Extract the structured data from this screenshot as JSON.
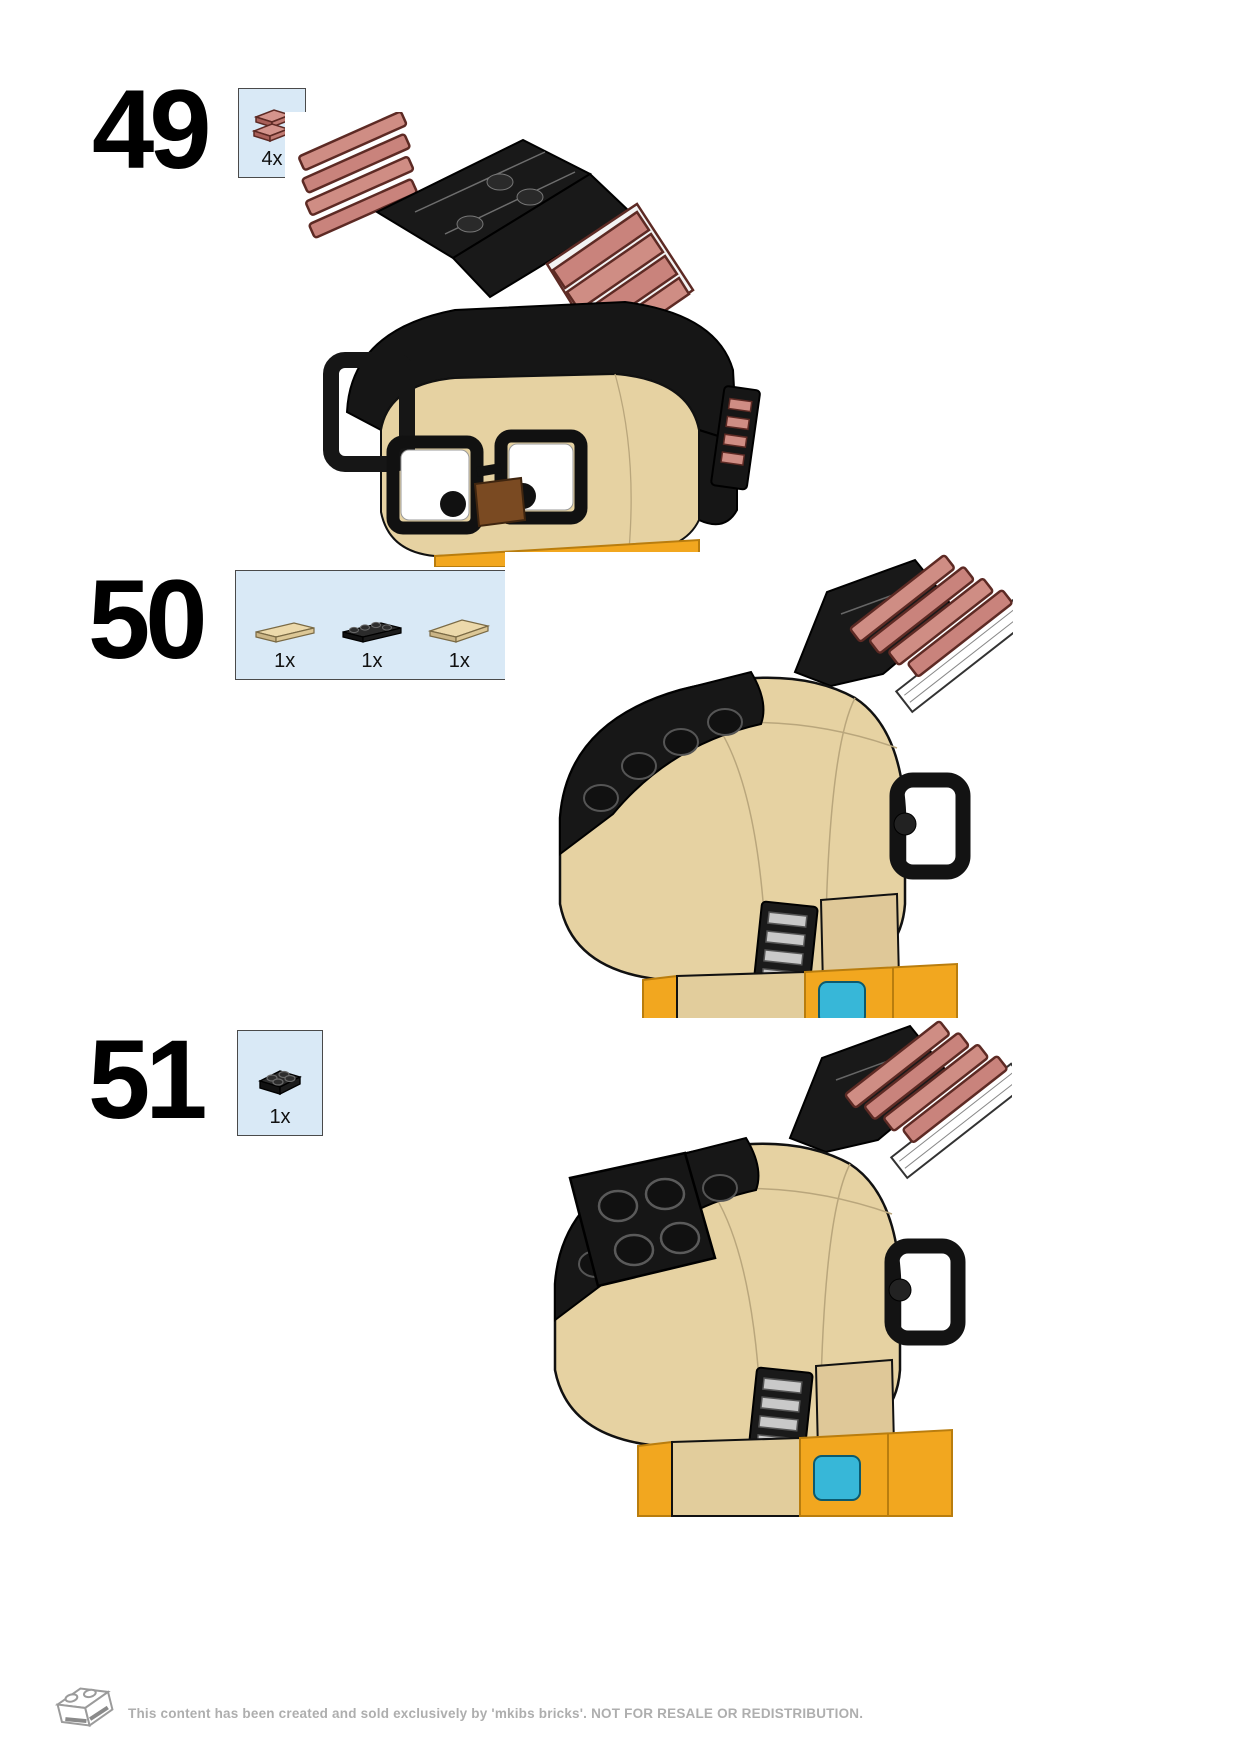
{
  "steps": [
    {
      "number": "49",
      "parts": [
        {
          "count": "4x",
          "part": "dark-salmon-plate-1x2",
          "color": "#c9837c"
        }
      ]
    },
    {
      "number": "50",
      "parts": [
        {
          "count": "1x",
          "part": "tan-plate-1x4",
          "color": "#e6d2a2"
        },
        {
          "count": "1x",
          "part": "black-plate-1x4",
          "color": "#1d1d1b"
        },
        {
          "count": "1x",
          "part": "tan-tile-2x4",
          "color": "#e6d2a2"
        }
      ]
    },
    {
      "number": "51",
      "parts": [
        {
          "count": "1x",
          "part": "black-plate-2x2",
          "color": "#1d1d1b"
        }
      ]
    }
  ],
  "footer": {
    "text": "This content has been created and sold exclusively by 'mkibs bricks'. NOT FOR RESALE OR REDISTRIBUTION."
  },
  "colors": {
    "callout_bg": "#d9e9f6",
    "callout_border": "#4a4a4a",
    "tan": "#e6d2a2",
    "salmon": "#c9837c",
    "black_piece": "#1a1a1a",
    "orange": "#f2a71f",
    "cyan": "#37b7d8",
    "footer_text": "#aeaeae"
  }
}
